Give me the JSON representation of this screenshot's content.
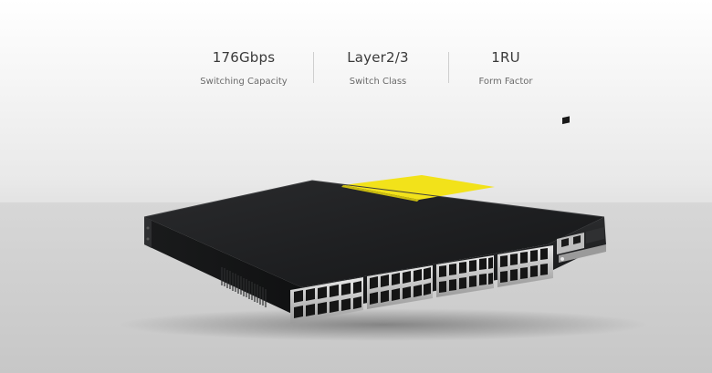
{
  "specs": [
    {
      "value": "176Gbps",
      "label": "Switching Capacity"
    },
    {
      "value": "Layer2/3",
      "label": "Switch Class"
    },
    {
      "value": "1RU",
      "label": "Form Factor"
    }
  ],
  "product": {
    "label_color": "#f2e21a",
    "chassis_color": "#1e1f21"
  }
}
